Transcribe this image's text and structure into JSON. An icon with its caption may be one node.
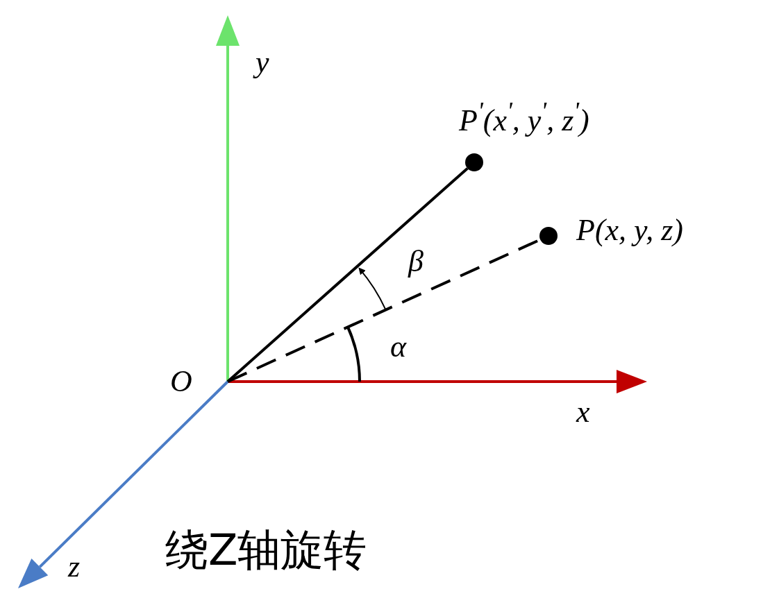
{
  "diagram": {
    "caption": "绕Z轴旋转",
    "nodes": [
      {
        "text": [
          "O"
        ]
      },
      {
        "text": [],
        "shape": "circle",
        "beside": [
          "P$^{'}$(x$^{'}$, y$^{'}$, z$^{'}$)"
        ]
      },
      {
        "text": [],
        "shape": "circle",
        "beside": [
          "P(x, y, z)"
        ]
      }
    ],
    "edges": [
      {
        "from": 0,
        "to": 1,
        "arrow": "none"
      },
      {
        "from": 0,
        "to": 2,
        "arrow": "none",
        "style": "dashed"
      }
    ],
    "labels": [
      "y",
      "β",
      "α",
      "x",
      "z"
    ]
  }
}
